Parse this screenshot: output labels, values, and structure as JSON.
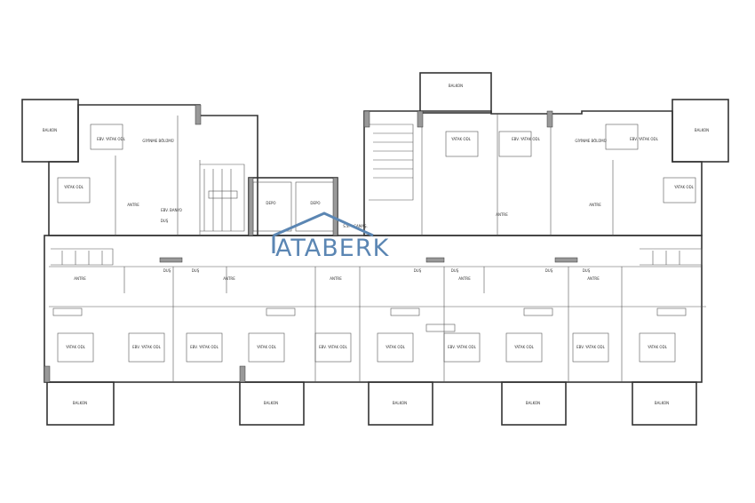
{
  "logo": {
    "text": "ATABERK",
    "color": "#5b86b3"
  },
  "labels": {
    "top": [
      "BALKON",
      "EBV. YATAK ODL",
      "GİYİNME BÖLÜMÜ",
      "YATAK ODL",
      "ANTRE",
      "DUŞ",
      "EBV. BANYO",
      "DEPO",
      "DEPO",
      "S.S.",
      "ÇAMAŞ.",
      "BALKON",
      "YATAK ODL",
      "EBV. YATAK ODL",
      "ANTRE",
      "GİYİNME BÖLÜMÜ",
      "EBV. YATAK ODL",
      "YATAK ODL",
      "BALKON",
      "ANTRE"
    ],
    "bottom_rooms": [
      "YATAK ODL",
      "EBV. YATAK ODL",
      "EBV. YATAK ODL",
      "YATAK ODL",
      "EBV. YATAK ODL",
      "YATAK ODL",
      "EBV. YATAK ODL",
      "YATAK ODL",
      "EBV. YATAK ODL",
      "YATAK ODL"
    ],
    "bottom_antre": [
      "ANTRE",
      "ANTRE",
      "ANTRE",
      "ANTRE",
      "ANTRE"
    ],
    "bottom_balkon": [
      "BALKON",
      "BALKON",
      "BALKON",
      "BALKON",
      "BALKON"
    ],
    "bottom_dus": [
      "DUŞ",
      "DUŞ",
      "DUŞ",
      "DUŞ",
      "DUŞ",
      "DUŞ"
    ]
  }
}
